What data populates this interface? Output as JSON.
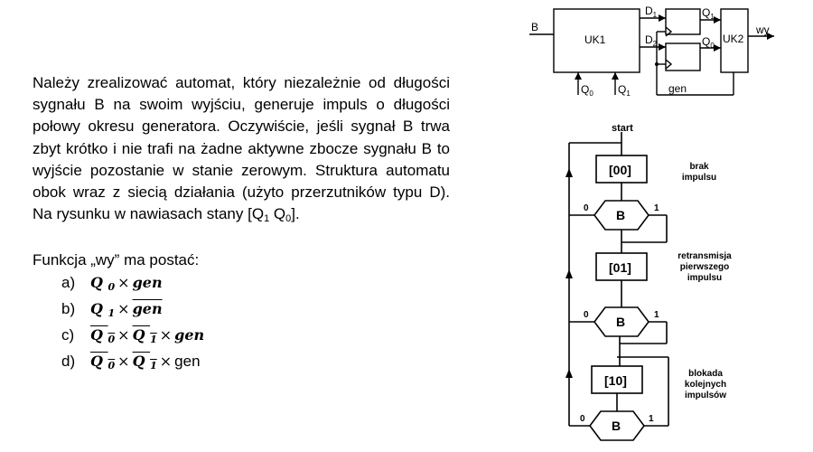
{
  "description": {
    "p1": "Należy zrealizować automat, który niezależnie od długości sygnału B na swoim wyjściu, generuje impuls o długości połowy okresu generatora. Oczywiście, jeśli sygnał B trwa zbyt krótko i nie trafi na żadne aktywne zbocze sygnału B to wyjście pozostanie w stanie zerowym. Struktura automatu obok wraz z siecią działania (użyto przerzutników typu D). Na rysunku w nawiasach stany [Q",
    "sub1": "1",
    "p1b": " Q",
    "sub0": "0",
    "p1c": "]."
  },
  "function": {
    "title": "Funkcja „wy” ma postać:",
    "options": [
      {
        "letter": "a)",
        "t1": "Q",
        "s1": "0",
        "t2": "gen"
      },
      {
        "letter": "b)",
        "t1": "Q",
        "s1": "1",
        "t2": "gen"
      },
      {
        "letter": "c)",
        "t1": "Q",
        "s1": "0",
        "t2": "Q",
        "s2": "1",
        "t3": "gen"
      },
      {
        "letter": "d)",
        "t1": "Q",
        "s1": "0",
        "t2": "Q",
        "s2": "1",
        "t3": "gen"
      }
    ],
    "op": "×"
  },
  "circuit": {
    "input_b": "B",
    "uk1": "UK1",
    "uk2": "UK2",
    "d1": "D",
    "d1_sub": "1",
    "d2": "D",
    "d2_sub": "2",
    "q1": "Q",
    "q1_sub": "1",
    "q0": "Q",
    "q0_sub": "0",
    "in_q0": "Q",
    "in_q0_sub": "0",
    "in_q1": "Q",
    "in_q1_sub": "1",
    "out": "wy",
    "gen": "gen"
  },
  "flow": {
    "start": "start",
    "state1": "[00]",
    "state2": "[01]",
    "state3": "[10]",
    "decision": "B",
    "zero": "0",
    "one": "1",
    "note1_l1": "brak",
    "note1_l2": "impulsu",
    "note2_l1": "retransmisja",
    "note2_l2": "pierwszego",
    "note2_l3": "impulsu",
    "note3_l1": "blokada",
    "note3_l2": "kolejnych",
    "note3_l3": "impulsów"
  }
}
